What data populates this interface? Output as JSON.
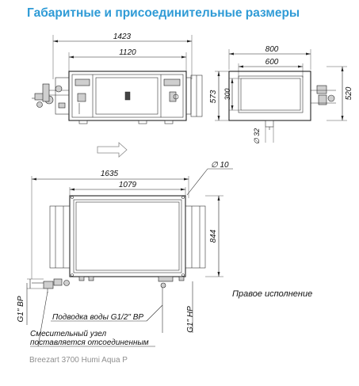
{
  "title": "Габаритные и присоединительные размеры",
  "caption": "Breezart 3700 Humi Aqua P",
  "top_view": {
    "dim_overall": "1423",
    "dim_inner": "1120"
  },
  "side_view": {
    "dim_width": "800",
    "dim_inner_width": "600",
    "dim_height": "573",
    "dim_inner_height": "300",
    "dim_right": "520",
    "dim_drain": "∅ 32"
  },
  "bottom_view": {
    "dim_overall": "1635",
    "dim_inner": "1079",
    "dim_height": "844",
    "dim_hole": "∅ 10",
    "variant_label": "Правое исполнение",
    "conn_left": "G1\" ВР",
    "conn_right": "G1\" НР",
    "water_supply": "Подводка воды G1/2\" ВР",
    "mixing_note_line1": "Смесительный узел",
    "mixing_note_line2": "поставляется отсоединенным"
  },
  "icons": {
    "direction": "airflow-direction-arrow-icon"
  }
}
